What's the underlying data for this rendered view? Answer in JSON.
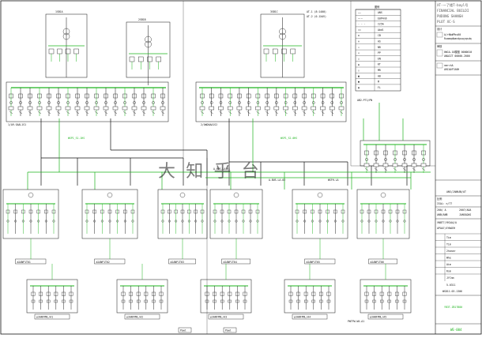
{
  "title_block": {
    "project_code": "XT-一了楼T-bayl号",
    "project_name": "FINANCIAL BUILDI",
    "project_loc": "PUDONG SHANGH",
    "plot_no": "PLOT XC-S",
    "design_label": "设计",
    "company_line": "A/rNb#Pbs00",
    "company_line2": "Ruamqdbandpuwyqsdq",
    "check_label": "审核",
    "stamp_line": "0W1A-10楼图 0000010",
    "stamp_line2": "ANAIZT 00000-2000",
    "sign_line": "nmr=hA",
    "sign_line2": "ARIA0F7A0H",
    "drawing_title": "ANS/JANKAN/AT",
    "scale_label": "比例",
    "scale_value": "ISAL: n/T7",
    "field1": "200/ A",
    "field2": "2007/AOA",
    "field3": "ANB/ANB",
    "field4": "JANSADAS",
    "sheet_label": "VN8T7/YH2AA/A",
    "sheet_label2": "APAA7/4YNAEH",
    "rev_rows": [
      "Tim",
      "Tim",
      "2hanar",
      "Whe",
      "Aim",
      "Rsm",
      "JYCnm"
    ],
    "date1": "5-0311",
    "date2": "WSD11-03-1306",
    "drawing_number": "WE-004",
    "note_green": "YB3T-ZB17B80"
  },
  "legend": {
    "title": "图例",
    "rows": [
      [
        "——",
        "ANS"
      ],
      [
        "—·—",
        "E0P4n6"
      ],
      [
        "- - -",
        "I25A"
      ],
      [
        "==",
        "Abdl"
      ],
      [
        "⊗",
        "CB"
      ],
      [
        "⊙",
        "AS"
      ],
      [
        "▭",
        "NR"
      ],
      [
        "◇",
        "PP"
      ],
      [
        "○",
        "EN"
      ],
      [
        "▲",
        "KT"
      ],
      [
        "△",
        "MR"
      ],
      [
        "▦",
        "A0"
      ],
      [
        "▣",
        "M"
      ],
      [
        "▤",
        "FL"
      ]
    ]
  },
  "top_panels": {
    "left_a": "1SB1A",
    "left_b": "2SB1B",
    "right_a": "3SB1C",
    "header_note": "AT-1 (8:1400)",
    "header_note2": "AT-2 (0.1XAV)",
    "left_bus_label": "1/A9.SAAL1S1",
    "right_bus_label": "2/AWDAAA1S2",
    "left_feed_note": "WSP1_S1.1HS",
    "right_feed_note": "WSP1_S2.0HS",
    "right_side_label": "AB2-PT1/PN"
  },
  "bottom_panels": {
    "labels": [
      "a2ANP1T01",
      "a2ANP1T02",
      "a2ANP1T03",
      "a2ANP1T04",
      "a2ANP1T05",
      "a2ANP1T06",
      "a2ANP1T07"
    ],
    "feeders": [
      "p3ANFPNL/A1",
      "p3ANFPNL/A2",
      "p3ANFPNL/A3",
      "p3ANFPNL/A4",
      "p3ANFPNL/A5"
    ],
    "bus_labels": [
      "A-BUS-LA-01",
      "A-BUS-LA-02",
      "WSFH-LA"
    ],
    "small_boxes": [
      "Pawl",
      "Pawl"
    ],
    "bottom_note": "PWTFW-W4-A1"
  },
  "watermark": "大  知  乎  台",
  "colors": {
    "line": "#111111",
    "accent": "#1db41d",
    "paper": "#ffffff"
  }
}
